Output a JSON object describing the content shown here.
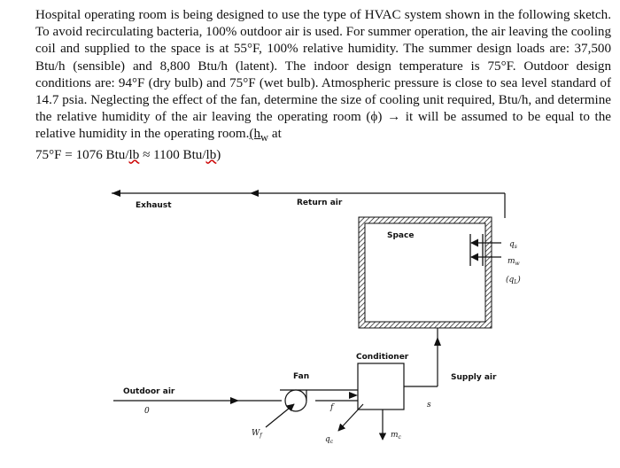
{
  "problem": {
    "part1": "Hospital operating room is being designed to use the type of HVAC system shown in the following sketch. To avoid recirculating bacteria, 100% outdoor air is used. For summer operation, the air leaving the cooling coil and supplied to the space is at 55°F, 100% relative humidity. The summer design loads are: 37,500 Btu/h (sensible) and 8,800 Btu/h (latent). The indoor design temperature is 75°F. Outdoor design conditions are: 94°F (dry bulb) and 75°F (wet bulb). Atmospheric pressure is close to sea level standard of 14.7 psia. Neglecting the effect of the fan, determine the size of cooling unit required, Btu/h, and determine the relative humidity of the air leaving the operating room (ϕ) ",
    "arrow": "→",
    "part2": " it will be assumed to be equal to the relative humidity in the operating room.",
    "hw_open": "(h",
    "hw_sub": "w",
    "hw_at": " at",
    "line2_start": "75°F = 1076 Btu/",
    "lb1": "lb",
    "approx": " ≈ 1100 Btu/",
    "lb2": "lb",
    "close": ")"
  },
  "diagram": {
    "exhaust": "Exhaust",
    "return_air": "Return air",
    "space": "Space",
    "q_s": "q",
    "q_s_sub": "s",
    "m_w": "m",
    "m_w_sub": "w",
    "q_l": "(q",
    "q_l_sub": "L",
    "q_l_close": ")",
    "conditioner": "Conditioner",
    "fan": "Fan",
    "supply_air": "Supply air",
    "outdoor_air": "Outdoor air",
    "state_0": "0",
    "state_f": "f",
    "state_s": "s",
    "w_f": "W",
    "w_f_sub": "f",
    "q_c": "q",
    "q_c_sub": "c",
    "m_c": "m",
    "m_c_sub": "c"
  }
}
